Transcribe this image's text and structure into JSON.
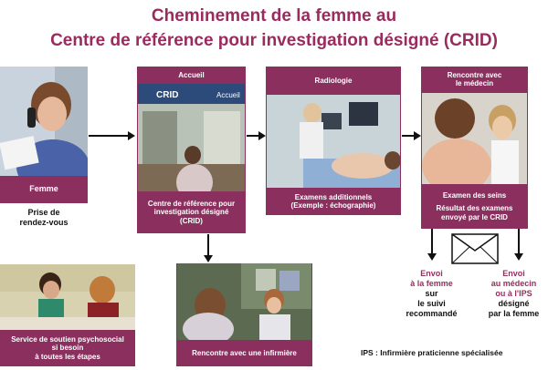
{
  "title": {
    "line1": "Cheminement de la femme au",
    "line2": "Centre de référence pour investigation désigné (CRID)"
  },
  "steps": {
    "femme": {
      "caption": "Femme",
      "below": [
        "Prise de",
        "rendez-vous"
      ]
    },
    "accueil": {
      "header": "Accueil",
      "sign1": "CRID",
      "sign2": "Accueil",
      "caption": [
        "Centre de référence pour",
        "investigation désigné",
        "(CRID)"
      ]
    },
    "radiologie": {
      "header": "Radiologie",
      "caption": [
        "Examens additionnels",
        "(Exemple : échographie)"
      ]
    },
    "medecin": {
      "header": [
        "Rencontre avec",
        "le médecin"
      ],
      "caption": [
        "Examen des seins",
        "",
        "Résultat des examens",
        "envoyé par le CRID"
      ]
    },
    "psycho": {
      "caption": [
        "Service de soutien psychosocial",
        "si besoin",
        "à toutes les étapes"
      ]
    },
    "infirmiere": {
      "caption": "Rencontre avec une infirmière"
    }
  },
  "envoi": {
    "femme": {
      "maroon": [
        "Envoi",
        "à la femme"
      ],
      "black": [
        "sur",
        "le suivi",
        "recommandé"
      ]
    },
    "medecin": {
      "maroon": [
        "Envoi",
        "au médecin",
        "ou à l'IPS"
      ],
      "black": [
        "désigné",
        "par la femme"
      ]
    }
  },
  "envelope_icon": "envelope-icon",
  "footnote": "IPS : Infirmière praticienne spécialisée",
  "colors": {
    "maroon": "#8a2f5e",
    "title": "#9b2a5e"
  }
}
